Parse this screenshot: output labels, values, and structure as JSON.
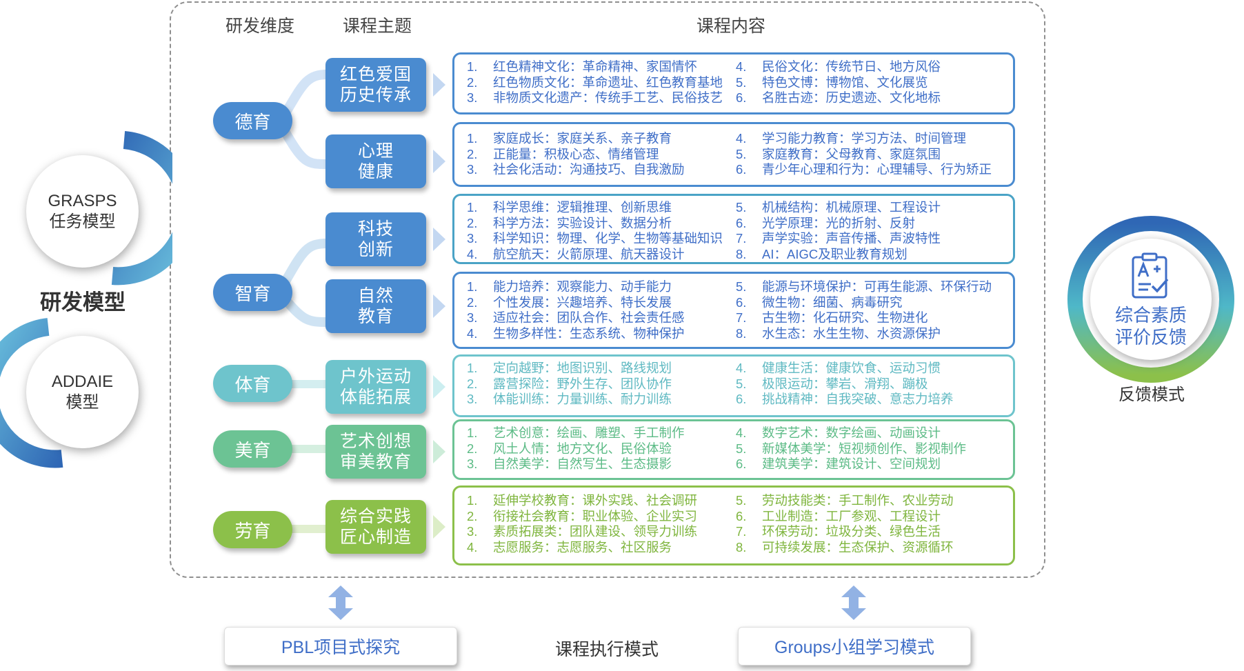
{
  "headers": {
    "dimension": "研发维度",
    "topic": "课程主题",
    "content": "课程内容"
  },
  "left": {
    "model1_line1": "GRASPS",
    "model1_line2": "任务模型",
    "title": "研发模型",
    "model2_line1": "ADDAIE",
    "model2_line2": "模型"
  },
  "right": {
    "label_line1": "综合素质",
    "label_line2": "评价反馈",
    "caption": "反馈模式",
    "icon": "evaluation-clipboard-icon"
  },
  "bottom": {
    "pbl": "PBL项目式探究",
    "center": "课程执行模式",
    "groups": "Groups小组学习模式"
  },
  "colors": {
    "blue": "#4a8bd0",
    "teal": "#6ec4cc",
    "green": "#6cc394",
    "lime": "#8cc04a"
  },
  "dimensions": [
    {
      "label": "德育"
    },
    {
      "label": "智育"
    },
    {
      "label": "体育"
    },
    {
      "label": "美育"
    },
    {
      "label": "劳育"
    }
  ],
  "topics": [
    {
      "line1": "红色爱国",
      "line2": "历史传承"
    },
    {
      "line1": "心理",
      "line2": "健康"
    },
    {
      "line1": "科技",
      "line2": "创新"
    },
    {
      "line1": "自然",
      "line2": "教育"
    },
    {
      "line1": "户外运动",
      "line2": "体能拓展"
    },
    {
      "line1": "艺术创想",
      "line2": "审美教育"
    },
    {
      "line1": "综合实践",
      "line2": "匠心制造"
    }
  ],
  "contents": [
    {
      "left": [
        {
          "n": "1.",
          "t": "红色精神文化：革命精神、家国情怀"
        },
        {
          "n": "2.",
          "t": "红色物质文化：革命遗址、红色教育基地"
        },
        {
          "n": "3.",
          "t": "非物质文化遗产：传统手工艺、民俗技艺"
        }
      ],
      "right": [
        {
          "n": "4.",
          "t": "民俗文化：传统节日、地方风俗"
        },
        {
          "n": "5.",
          "t": "特色文博：博物馆、文化展览"
        },
        {
          "n": "6.",
          "t": "名胜古迹：历史遗迹、文化地标"
        }
      ]
    },
    {
      "left": [
        {
          "n": "1.",
          "t": "家庭成长：家庭关系、亲子教育"
        },
        {
          "n": "2.",
          "t": "正能量：积极心态、情绪管理"
        },
        {
          "n": "3.",
          "t": "社会化活动：沟通技巧、自我激励"
        }
      ],
      "right": [
        {
          "n": "4.",
          "t": "学习能力教育：学习方法、时间管理"
        },
        {
          "n": "5.",
          "t": "家庭教育：父母教育、家庭氛围"
        },
        {
          "n": "6.",
          "t": "青少年心理和行为：心理辅导、行为矫正"
        }
      ]
    },
    {
      "left": [
        {
          "n": "1.",
          "t": "科学思维：逻辑推理、创新思维"
        },
        {
          "n": "2.",
          "t": "科学方法：实验设计、数据分析"
        },
        {
          "n": "3.",
          "t": "科学知识：物理、化学、生物等基础知识"
        },
        {
          "n": "4.",
          "t": "航空航天：火箭原理、航天器设计"
        }
      ],
      "right": [
        {
          "n": "5.",
          "t": "机械结构：机械原理、工程设计"
        },
        {
          "n": "6.",
          "t": "光学原理：光的折射、反射"
        },
        {
          "n": "7.",
          "t": "声学实验：声音传播、声波特性"
        },
        {
          "n": "8.",
          "t": "AI：AIGC及职业教育规划"
        }
      ]
    },
    {
      "left": [
        {
          "n": "1.",
          "t": "能力培养：观察能力、动手能力"
        },
        {
          "n": "2.",
          "t": "个性发展：兴趣培养、特长发展"
        },
        {
          "n": "3.",
          "t": "适应社会：团队合作、社会责任感"
        },
        {
          "n": "4.",
          "t": "生物多样性：生态系统、物种保护"
        }
      ],
      "right": [
        {
          "n": "5.",
          "t": "能源与环境保护：可再生能源、环保行动"
        },
        {
          "n": "6.",
          "t": "微生物：细菌、病毒研究"
        },
        {
          "n": "7.",
          "t": "古生物：化石研究、生物进化"
        },
        {
          "n": "8.",
          "t": "水生态：水生生物、水资源保护"
        }
      ]
    },
    {
      "left": [
        {
          "n": "1.",
          "t": "定向越野：地图识别、路线规划"
        },
        {
          "n": "2.",
          "t": "露营探险：野外生存、团队协作"
        },
        {
          "n": "3.",
          "t": "体能训练：力量训练、耐力训练"
        }
      ],
      "right": [
        {
          "n": "4.",
          "t": "健康生活：健康饮食、运动习惯"
        },
        {
          "n": "5.",
          "t": "极限运动：攀岩、滑翔、蹦极"
        },
        {
          "n": "6.",
          "t": "挑战精神：自我突破、意志力培养"
        }
      ]
    },
    {
      "left": [
        {
          "n": "1.",
          "t": "艺术创意：绘画、雕塑、手工制作"
        },
        {
          "n": "2.",
          "t": "风土人情：地方文化、民俗体验"
        },
        {
          "n": "3.",
          "t": "自然美学：自然写生、生态摄影"
        }
      ],
      "right": [
        {
          "n": "4.",
          "t": "数字艺术：数字绘画、动画设计"
        },
        {
          "n": "5.",
          "t": "新媒体美学：短视频创作、影视制作"
        },
        {
          "n": "6.",
          "t": "建筑美学：建筑设计、空间规划"
        }
      ]
    },
    {
      "left": [
        {
          "n": "1.",
          "t": "延伸学校教育：课外实践、社会调研"
        },
        {
          "n": "2.",
          "t": "衔接社会教育：职业体验、企业实习"
        },
        {
          "n": "3.",
          "t": "素质拓展类：团队建设、领导力训练"
        },
        {
          "n": "4.",
          "t": "志愿服务：志愿服务、社区服务"
        }
      ],
      "right": [
        {
          "n": "5.",
          "t": "劳动技能类：手工制作、农业劳动"
        },
        {
          "n": "6.",
          "t": "工业制造：工厂参观、工程设计"
        },
        {
          "n": "7.",
          "t": "环保劳动：垃圾分类、绿色生活"
        },
        {
          "n": "8.",
          "t": "可持续发展：生态保护、资源循环"
        }
      ]
    }
  ]
}
